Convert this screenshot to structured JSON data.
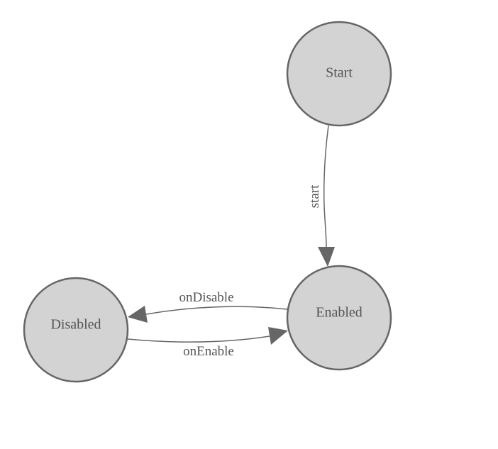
{
  "diagram": {
    "nodes": {
      "start": {
        "label": "Start"
      },
      "enabled": {
        "label": "Enabled"
      },
      "disabled": {
        "label": "Disabled"
      }
    },
    "edges": {
      "start": {
        "label": "start"
      },
      "on_disable": {
        "label": "onDisable"
      },
      "on_enable": {
        "label": "onEnable"
      }
    }
  },
  "colors": {
    "node_fill": "#d3d3d3",
    "node_stroke": "#666666",
    "edge": "#666666",
    "text": "#555555"
  }
}
